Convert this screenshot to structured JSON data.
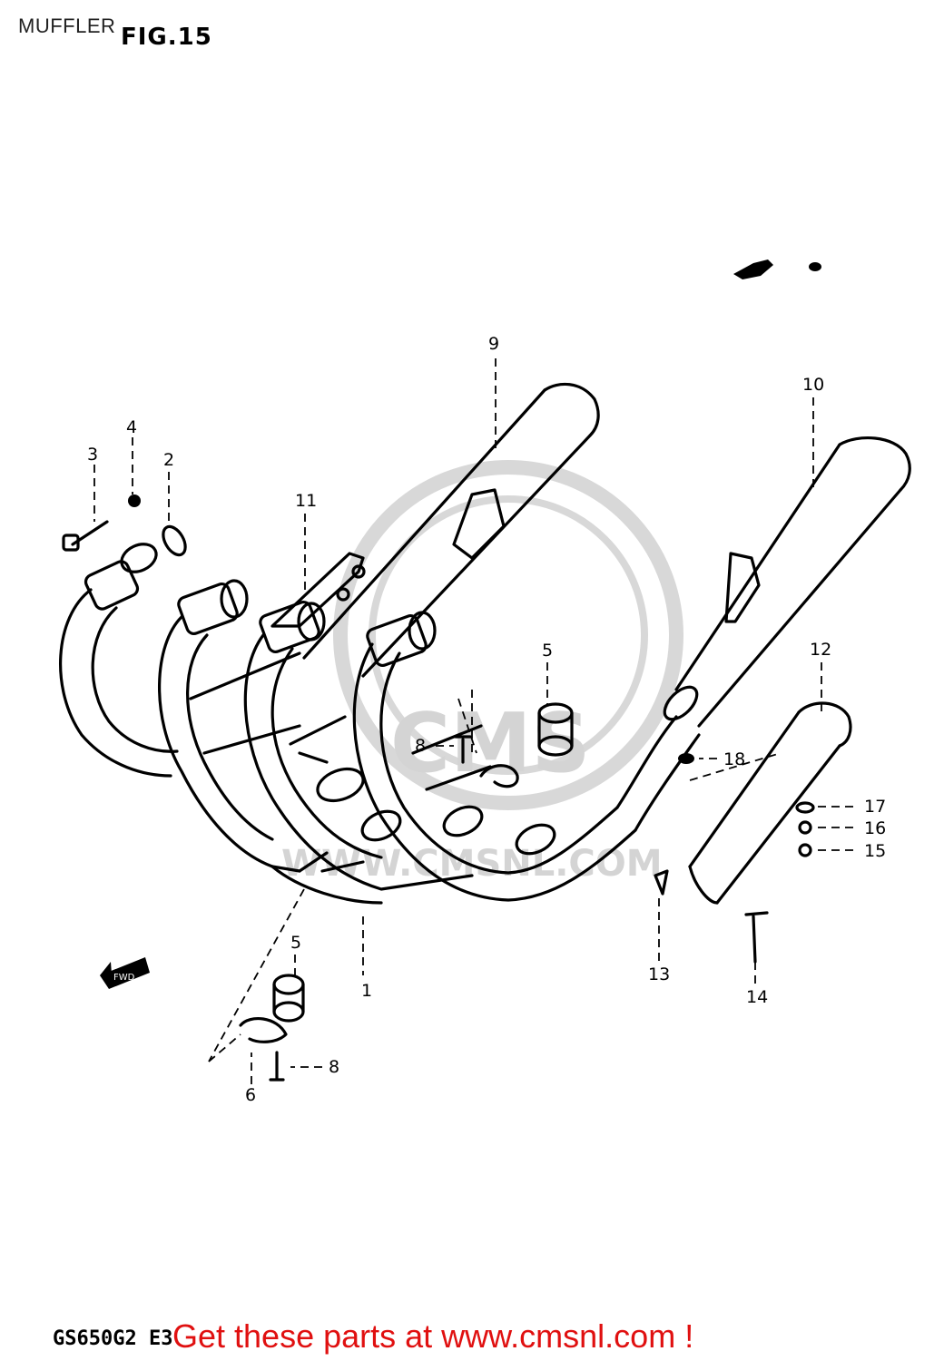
{
  "header": {
    "title": "MUFFLER",
    "figure": "FIG.15"
  },
  "watermark": {
    "text": "WWW.CMSNL.COM",
    "logo": "CMS"
  },
  "fwd_arrow_label": "FWD",
  "callouts": [
    "1",
    "2",
    "3",
    "4",
    "5",
    "5",
    "6",
    "8",
    "8",
    "9",
    "10",
    "11",
    "12",
    "13",
    "14",
    "15",
    "16",
    "17",
    "18"
  ],
  "footer": {
    "model_code": "GS650G2 E3",
    "cta": "Get these parts at www.cmsnl.com !"
  },
  "colors": {
    "line": "#000000",
    "cta": "#e01010",
    "watermark": "#d4d4d4"
  }
}
